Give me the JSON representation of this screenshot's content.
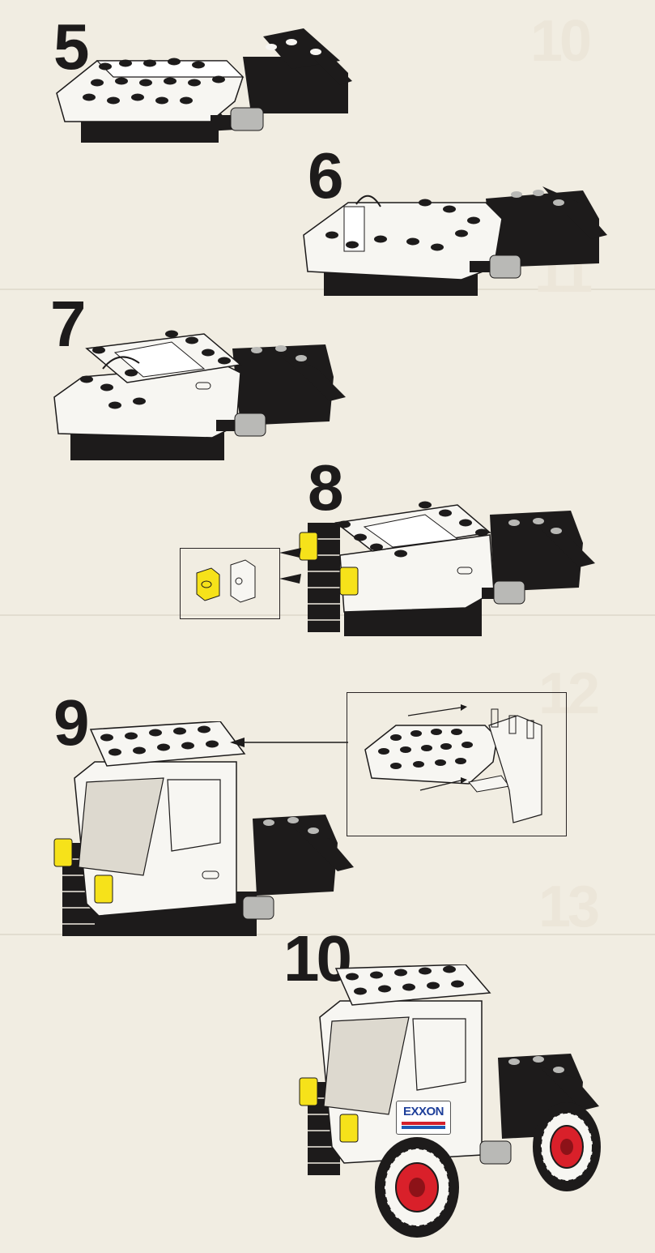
{
  "steps": [
    {
      "number": "5"
    },
    {
      "number": "6"
    },
    {
      "number": "7"
    },
    {
      "number": "8"
    },
    {
      "number": "9"
    },
    {
      "number": "10"
    }
  ],
  "ghost_steps": [
    "10",
    "11",
    "12",
    "13"
  ],
  "logo": {
    "text": "EXXON",
    "stripe_colors": [
      "#d4202b",
      "#1e5bb5"
    ]
  },
  "colors": {
    "paper": "#f1ede2",
    "brick_black": "#1d1b1b",
    "brick_white": "#f7f6f2",
    "brick_gray": "#b9b9b6",
    "headlight_yellow": "#f6e21a",
    "hub_red": "#d9202a"
  }
}
